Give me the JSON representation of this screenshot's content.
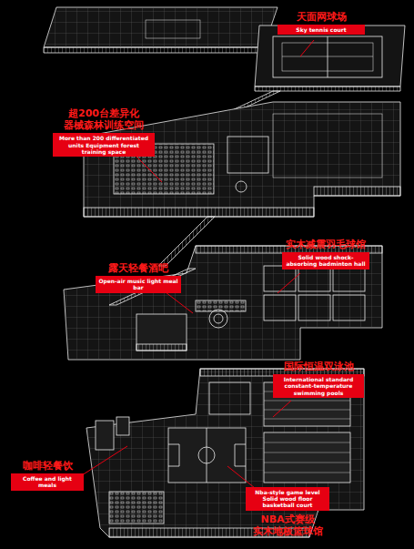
{
  "diagram": {
    "nodes": [
      {
        "text": [
          "天面网球场",
          "Sky tennis court"
        ]
      },
      {
        "text": [
          "超200台差异化 器械森林训练空间",
          "More than 200 differentiated units Equipment forest training space"
        ]
      },
      {
        "text": [
          "实木减震羽毛球馆",
          "Solid wood shock-absorbing badminton hall"
        ]
      },
      {
        "text": [
          "露天轻餐酒吧",
          "Open-air music light meal bar"
        ]
      },
      {
        "text": [
          "国际恒温双泳池",
          "International standard constant-temperature swimming pools"
        ]
      },
      {
        "text": [
          "咖啡轻餐饮",
          "Coffee and light meals"
        ]
      },
      {
        "text": [
          "Nba-style game level Solid wood floor basketball court",
          "NBA式赛级 实木地板篮球馆"
        ]
      }
    ]
  }
}
